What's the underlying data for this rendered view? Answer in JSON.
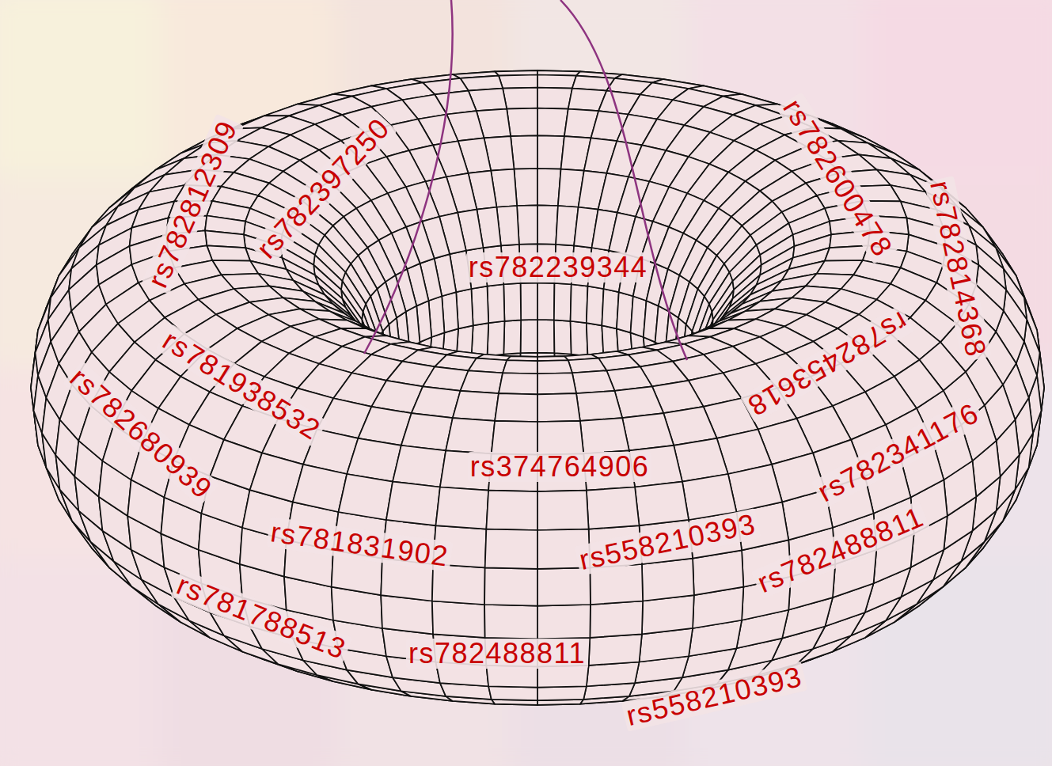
{
  "diagram": {
    "labels": [
      "rs782812309",
      "rs782397250",
      "rs782600478",
      "rs782814368",
      "rs782239344",
      "rs782453618",
      "rs781938532",
      "rs782680939",
      "rs374764906",
      "rs782341176",
      "rs781831902",
      "rs558210393",
      "rs782488811",
      "rs781788513",
      "rs782488811",
      "rs558210393"
    ]
  }
}
